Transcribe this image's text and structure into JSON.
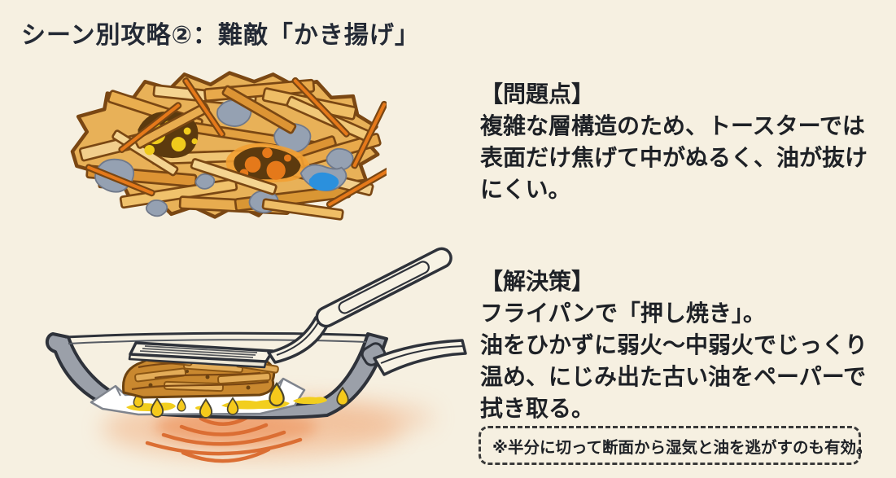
{
  "title": "シーン別攻略②：難敵「かき揚げ」",
  "problem": {
    "heading": "【問題点】",
    "body": "複雑な層構造のため、トースターでは\n表面だけ焦げて中がぬるく、油が抜け\nにくい。"
  },
  "solution": {
    "heading": "【解決策】",
    "body": "フライパンで「押し焼き」。\n油をひかずに弱火〜中弱火でじっくり\n温め、にじみ出た古い油をペーパーで\n拭き取る。"
  },
  "note": {
    "text": "※半分に切って断面から湿気と油を逃がすのも有効。"
  },
  "colors": {
    "background": "#f6f0e1",
    "text": "#1e2126",
    "title_text": "#242a35",
    "kakiage_gold": "#e8b158",
    "kakiage_outline": "#7a4713",
    "stick_orange": "#e5791a",
    "ingredient_blue": "#2b90dd",
    "ingredient_gray": "#95a1b2",
    "corn_yellow": "#f0cb1c",
    "pan_gray": "#9ba0a9",
    "line_dark": "#2e323a",
    "oil_yellow": "#f2ce1e",
    "heat_orange": "#db6e33",
    "paper_white": "#ffffff"
  }
}
